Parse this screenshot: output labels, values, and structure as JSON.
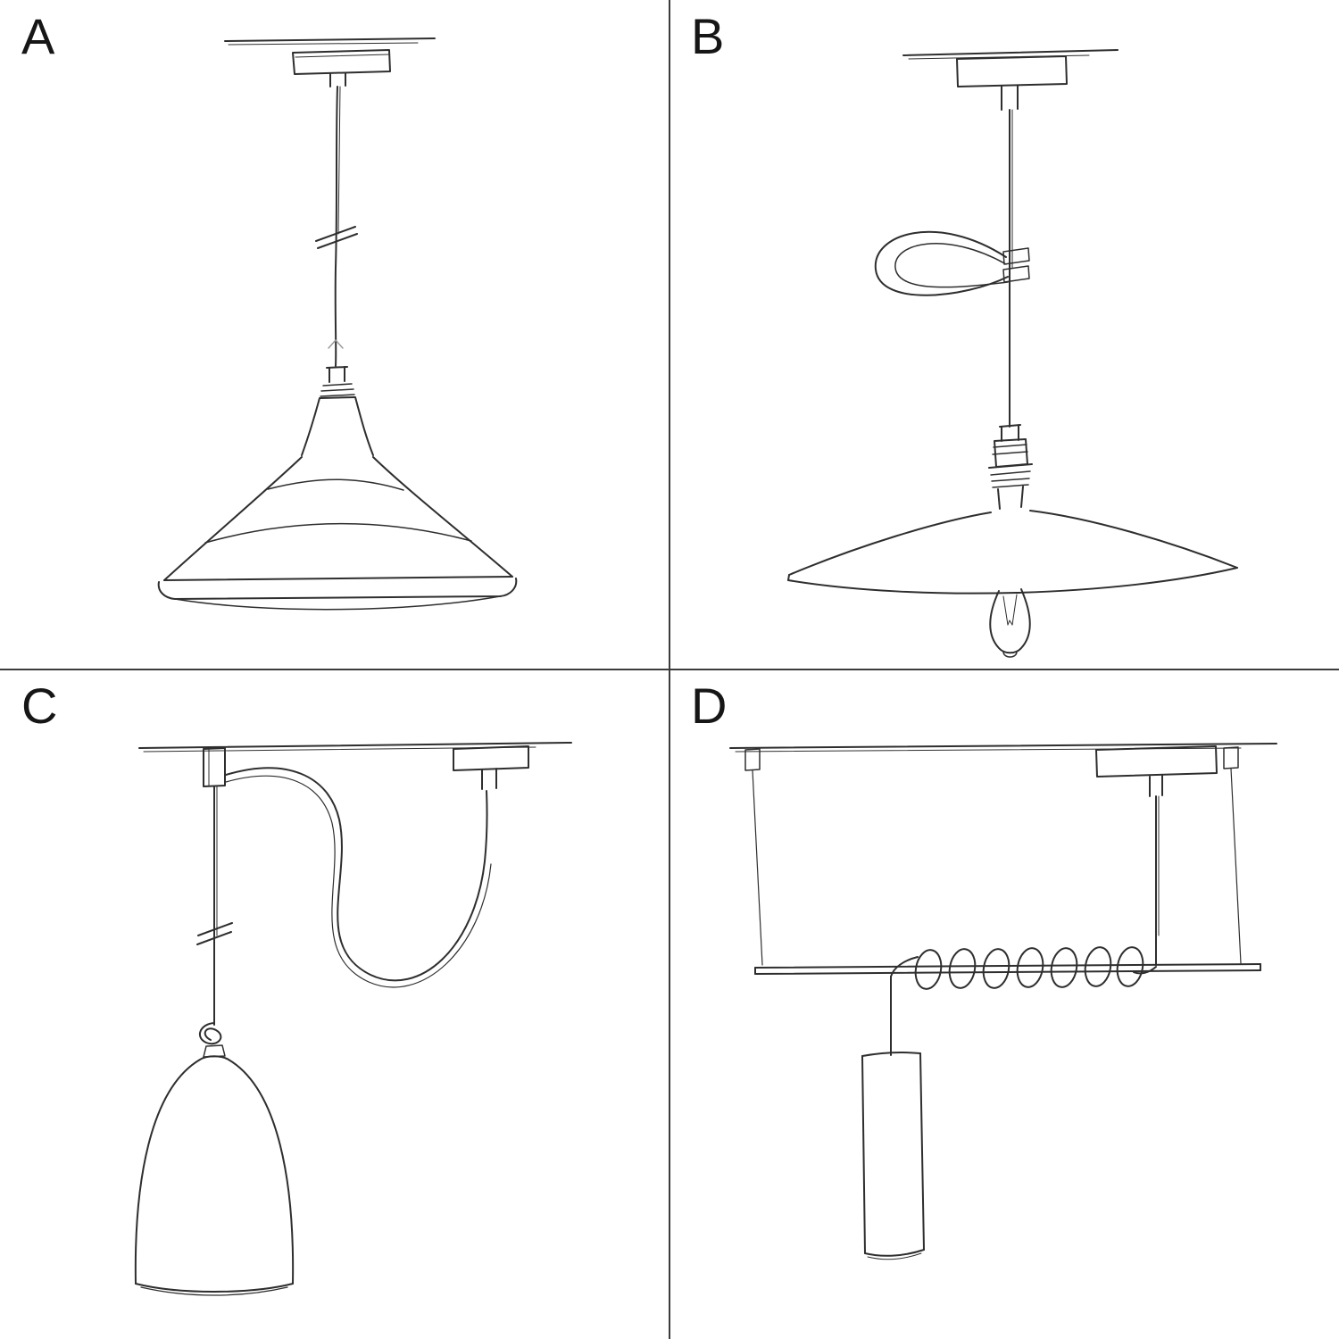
{
  "page": {
    "background_color": "#ffffff",
    "ink_color": "#2e2e2e",
    "divider_color": "#3c3c3c"
  },
  "panels": [
    {
      "label": "A",
      "sketch": "pendant-industrial-shade-sketch"
    },
    {
      "label": "B",
      "sketch": "pendant-plate-shade-exposed-bulb-sketch"
    },
    {
      "label": "C",
      "sketch": "swag-pendant-bell-shade-sketch"
    },
    {
      "label": "D",
      "sketch": "suspension-bar-tube-pendant-sketch"
    }
  ]
}
